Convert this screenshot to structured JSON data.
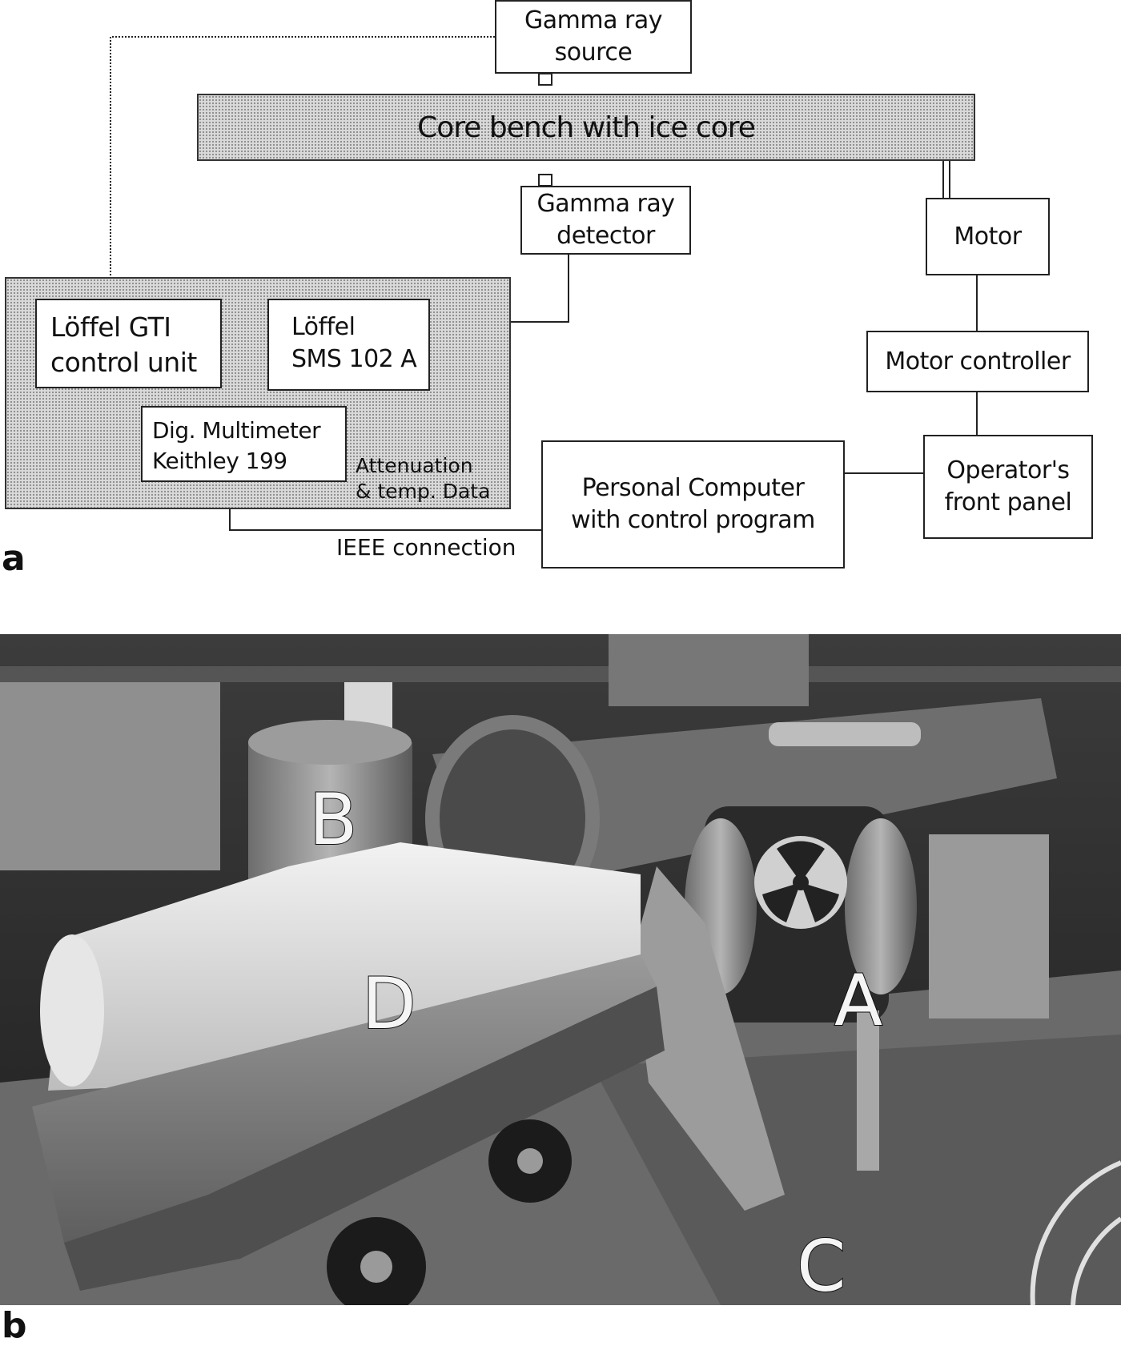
{
  "diagram": {
    "panel_a_letter": "a",
    "panel_b_letter": "b",
    "gamma_source": "Gamma ray\nsource",
    "core_bench": "Core bench with ice core",
    "gamma_detector": "Gamma ray\ndetector",
    "motor": "Motor",
    "motor_controller": "Motor controller",
    "operator_panel": "Operator's\nfront panel",
    "pc": "Personal Computer\nwith control program",
    "gti_unit": "Löffel GTI\ncontrol unit",
    "sms": "Löffel\nSMS 102 A",
    "multimeter": "Dig. Multimeter\nKeithley 199",
    "attenuation": "Attenuation\n& temp. Data",
    "ieee": "IEEE connection"
  },
  "photo": {
    "labels": {
      "A": "A",
      "B": "B",
      "C": "C",
      "D": "D"
    }
  }
}
